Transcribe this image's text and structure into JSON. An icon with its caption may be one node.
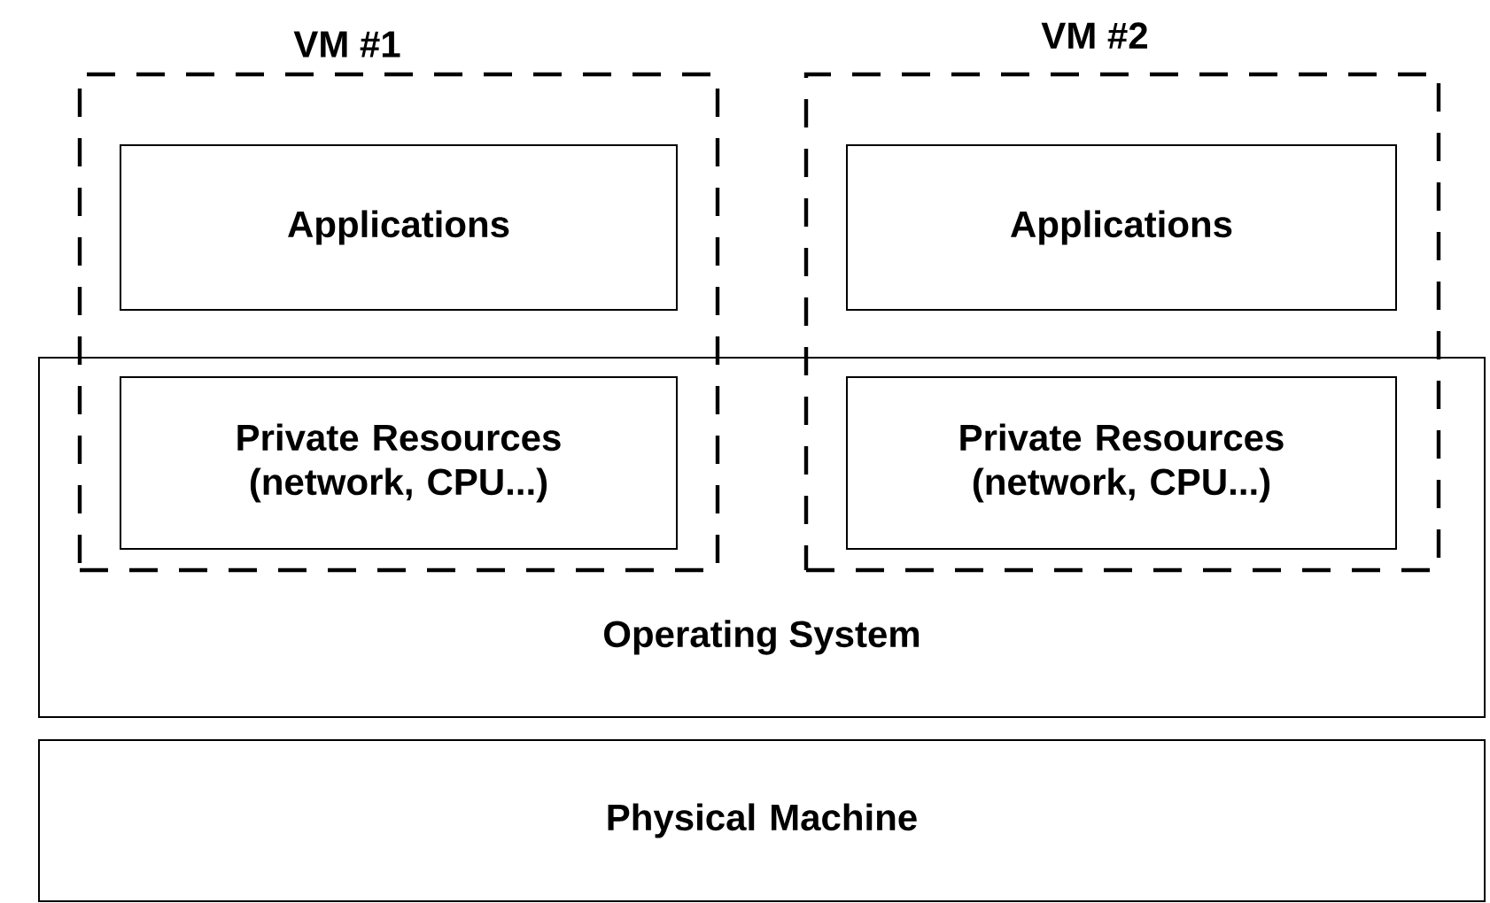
{
  "diagram": {
    "nodes": [
      {
        "text": [
          "VM #1"
        ]
      },
      {
        "text": [
          "Applications"
        ],
        "in": 0
      },
      {
        "text": [
          "Private Resources (network, CPU...)"
        ]
      },
      {
        "text": [
          "VM #2"
        ]
      },
      {
        "text": [
          "Applications"
        ],
        "in": 3
      },
      {
        "text": [
          "Private Resources (network, CPU...)"
        ]
      },
      {
        "text": [
          "Operating System"
        ]
      },
      {
        "text": [
          "Physical Machine"
        ]
      }
    ]
  }
}
